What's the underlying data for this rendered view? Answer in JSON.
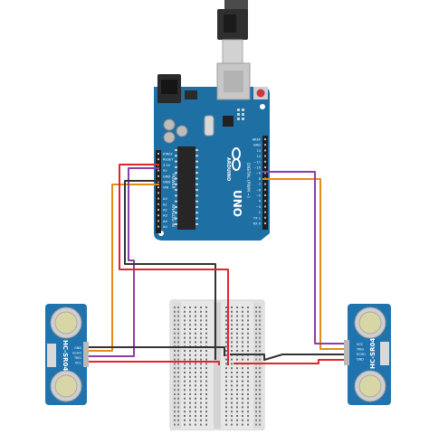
{
  "arduino": {
    "brand": "UNO",
    "logo_text": "ARDUINO",
    "side_label": "DIGITAL (PWM ~)",
    "power_label": "POWER",
    "analog_label": "ANALOG IN",
    "power_pins": [
      "IOREF",
      "RESET",
      "3.3V",
      "5V",
      "GND",
      "GND",
      "VIN"
    ],
    "analog_pins": [
      "A0",
      "A1",
      "A2",
      "A3",
      "A4",
      "A5"
    ],
    "digital_pins": [
      "AREF",
      "GND",
      "13",
      "12",
      "~11",
      "~10",
      "~9",
      "8",
      "7",
      "~6",
      "~5",
      "4",
      "~3",
      "2",
      "TX 1",
      "RX 0"
    ]
  },
  "sensor_left": {
    "model": "HC-SR04",
    "pins": [
      "GND",
      "ECHO",
      "TRIG",
      "VCC"
    ]
  },
  "sensor_right": {
    "model": "HC-SR04",
    "pins": [
      "VCC",
      "TRIG",
      "ECHO",
      "GND"
    ]
  },
  "colors": {
    "board": "#1d6fa4",
    "sensor": "#1f74b0",
    "wire_red": "#e0262d",
    "wire_black": "#333333",
    "wire_purple": "#8a3ea8",
    "wire_orange": "#e58a16"
  }
}
